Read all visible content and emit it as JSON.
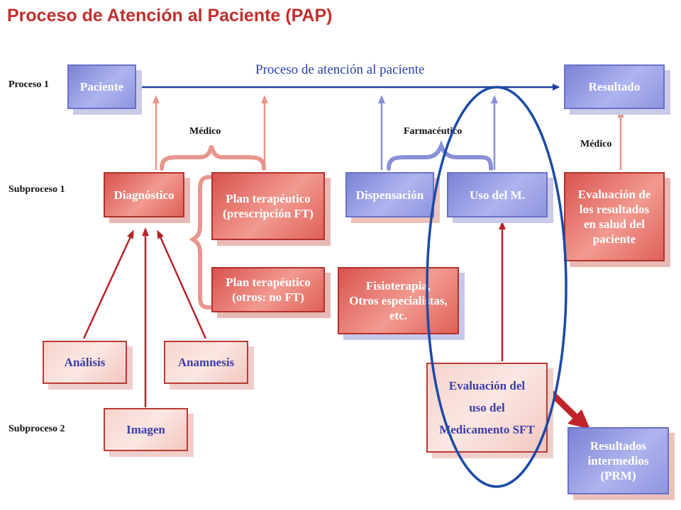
{
  "title": "Proceso de Atención al Paciente (PAP)",
  "row_labels": {
    "proceso1": "Proceso 1",
    "subproceso1": "Subproceso 1",
    "subproceso2": "Subproceso 2"
  },
  "flow_label": "Proceso de atención al paciente",
  "actors": {
    "medico_left": "Médico",
    "farmaceutico": "Farmacéutico",
    "medico_right": "Médico"
  },
  "boxes": {
    "paciente": "Paciente",
    "resultado": "Resultado",
    "diagnostico": "Diagnóstico",
    "plan_ft": [
      "Plan terapéutico",
      "(prescripción FT)"
    ],
    "plan_noft": [
      "Plan terapéutico",
      "(otros: no FT)"
    ],
    "dispensacion": "Dispensación",
    "uso": "Uso del M.",
    "evaluacion_resultados": [
      "Evaluación de",
      "los resultados",
      "en salud del",
      "paciente"
    ],
    "fisioterapia": [
      "Fisioterapia,",
      "Otros especialistas,",
      "etc."
    ],
    "analisis": "Análisis",
    "anamnesis": "Anamnesis",
    "imagen": "Imagen",
    "evaluacion_uso": [
      "Evaluación del",
      "uso del",
      "Medicamento SFT"
    ],
    "resultados_intermedios": [
      "Resultados",
      "intermedios",
      "(PRM)"
    ]
  },
  "colors": {
    "title": "#c0302e",
    "blue_box": "#8f95de",
    "red_box": "#de6058",
    "main_arrow": "#1f3f9c",
    "ellipse": "#1b4aa6",
    "red_arrow": "#b8242a"
  }
}
